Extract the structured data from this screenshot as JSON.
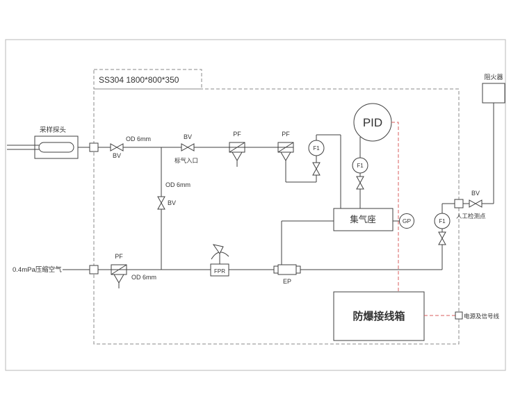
{
  "cabinet": {
    "spec": "SS304 1800*800*350"
  },
  "labels": {
    "probe": "采样探头",
    "bv": "BV",
    "od6": "OD 6mm",
    "cal_inlet": "标气入口",
    "pf": "PF",
    "f1": "F1",
    "pid": "PID",
    "manifold": "集气座",
    "gp": "GP",
    "arrester": "阻火器",
    "manual_point": "人工检测点",
    "air": "0.4mPa压缩空气",
    "fpr": "FPR",
    "ep": "EP",
    "junction": "防爆接线箱",
    "power_line": "电源及信号线"
  },
  "colors": {
    "line": "#3f3f3f",
    "signal_red": "#d95c5c",
    "frame": "#b9b9b9"
  }
}
